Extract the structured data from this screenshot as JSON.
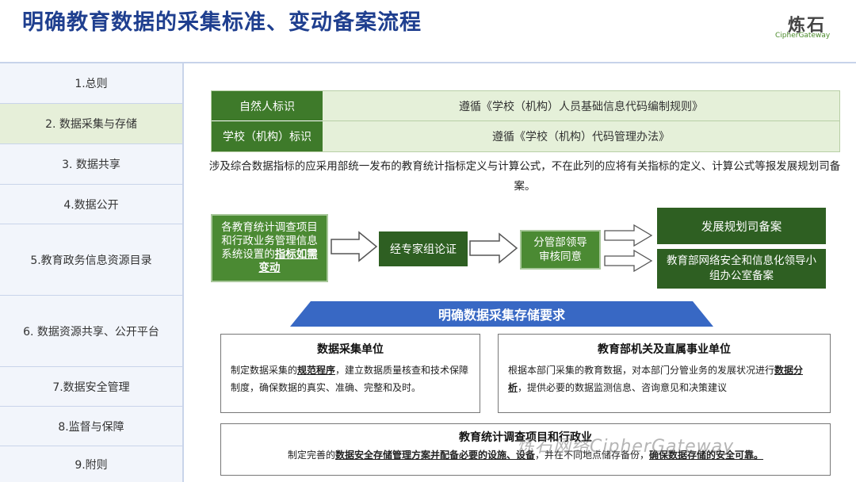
{
  "header": {
    "title": "明确教育数据的采集标准、变动备案流程",
    "logo_main": "炼石",
    "logo_sub": "CipherGateway"
  },
  "sidebar": {
    "items": [
      {
        "label": "1.总则"
      },
      {
        "label": "2. 数据采集与存储"
      },
      {
        "label": "3. 数据共享"
      },
      {
        "label": "4.数据公开"
      },
      {
        "label": "5.教育政务信息资源目录"
      },
      {
        "label": "6. 数据资源共享、公开平台"
      },
      {
        "label": "7.数据安全管理"
      },
      {
        "label": "8.监督与保障"
      },
      {
        "label": "9.附则"
      }
    ],
    "active_index": 1
  },
  "standards_table": [
    {
      "label": "自然人标识",
      "value": "遵循《学校（机构）人员基础信息代码编制规则》"
    },
    {
      "label": "学校（机构）标识",
      "value": "遵循《学校（机构）代码管理办法》"
    }
  ],
  "note": "涉及综合数据指标的应采用部统一发布的教育统计指标定义与计算公式，不在此列的应将有关指标的定义、计算公式等报发展规划司备案。",
  "flow": {
    "step1_text": "各教育统计调查项目和行政业务管理信息系统设置的",
    "step1_bold": "指标如需变动",
    "step2": "经专家组论证",
    "step3": "分管部领导审核同意",
    "out1": "发展规划司备案",
    "out2": "教育部网络安全和信息化领导小组办公室备案"
  },
  "banner": "明确数据采集存储要求",
  "cards": {
    "left": {
      "title": "数据采集单位",
      "text_a": "制定数据采集的",
      "bold_a": "规范程序",
      "text_b": "，建立数据质量核查和技术保障制度，确保数据的真实、准确、完整和及时。"
    },
    "right": {
      "title": "教育部机关及直属事业单位",
      "text_a": "根据本部门采集的教育数据，对本部门分管业务的发展状况进行",
      "bold_a": "数据分析",
      "text_b": "，提供必要的数据监测信息、咨询意见和决策建议"
    },
    "bottom": {
      "title": "教育统计调查项目和行政业",
      "text_a": "制定完善的",
      "bold_a": "数据安全存储管理方案并配备必要的设施、设备",
      "text_b": "，并在不同地点储存备份，",
      "bold_b": "确保数据存储的安全可靠。"
    }
  },
  "watermark": "炼石网络CipherGateway",
  "colors": {
    "title_blue": "#1f3f8f",
    "table_green": "#3e7a2a",
    "flow_green": "#4b8a33",
    "flow_dark_green": "#2e5f22",
    "banner_blue": "#3868c4",
    "sidebar_active": "#e6efd9"
  }
}
